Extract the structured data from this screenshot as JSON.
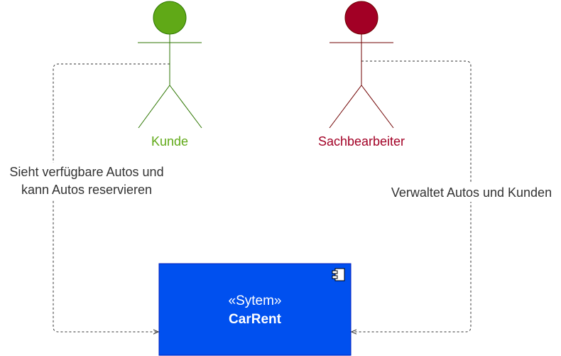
{
  "actors": [
    {
      "id": "kunde",
      "label": "Kunde",
      "fill": "#60a917",
      "stroke": "#2d7600",
      "text_color": "#60a917"
    },
    {
      "id": "sachbearbeiter",
      "label": "Sachbearbeiter",
      "fill": "#a20025",
      "stroke": "#6f0000",
      "text_color": "#a20025"
    }
  ],
  "system": {
    "stereotype": "«Sytem»",
    "name": "CarRent",
    "fill": "#0050ef",
    "stroke": "#001dbc",
    "icon": "component-icon"
  },
  "edges": [
    {
      "from": "kunde",
      "to": "system",
      "label_line1": "Sieht verfügbare Autos und",
      "label_line2": "kann Autos reservieren",
      "style": "dashed"
    },
    {
      "from": "sachbearbeiter",
      "to": "system",
      "label_line1": "Verwaltet Autos und Kunden",
      "style": "dashed"
    }
  ]
}
